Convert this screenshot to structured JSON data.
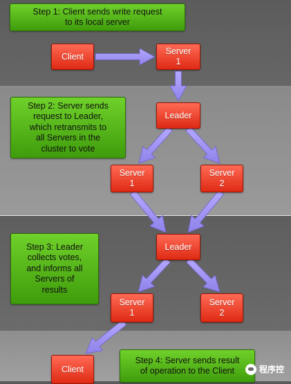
{
  "steps": {
    "step1": "Step 1: Client sends write request\nto its local server",
    "step2": "Step 2: Server sends\nrequest to Leader,\nwhich retransmits to\nall Servers in the\ncluster to vote",
    "step3": "Step 3: Leader\ncollects votes,\nand informs all\nServers of\nresults",
    "step4": "Step 4: Server sends result\nof operation to the Client"
  },
  "nodes": {
    "client_top": "Client",
    "server1_top": "Server\n1",
    "leader_mid": "Leader",
    "server1_mid": "Server\n1",
    "server2_mid": "Server\n2",
    "leader_low": "Leader",
    "server1_low": "Server\n1",
    "server2_low": "Server\n2",
    "client_bottom": "Client"
  },
  "watermark": {
    "text": "程序控"
  },
  "colors": {
    "node": "#e8412b",
    "note": "#5bbf1a",
    "arrow": "#9b8ef0"
  }
}
